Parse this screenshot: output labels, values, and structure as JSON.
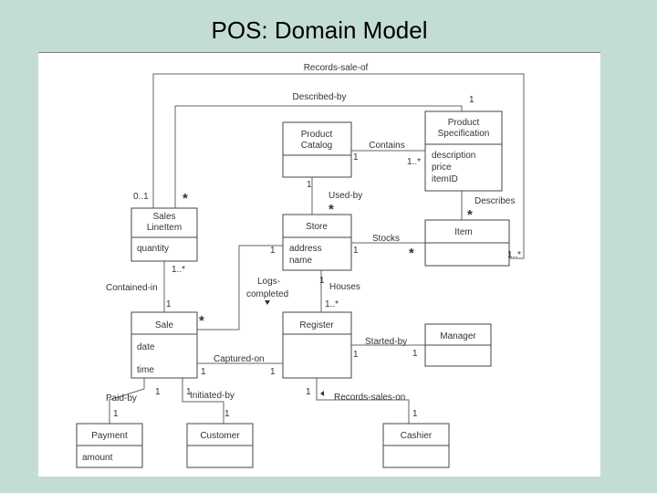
{
  "title": "POS: Domain Model",
  "classes": {
    "product_catalog": {
      "name1": "Product",
      "name2": "Catalog"
    },
    "product_spec": {
      "name1": "Product",
      "name2": "Specification",
      "attrs": [
        "description",
        "price",
        "itemID"
      ]
    },
    "sales_line_item": {
      "name1": "Sales",
      "name2": "LineItem",
      "attrs": [
        "quantity"
      ]
    },
    "store": {
      "name": "Store",
      "attrs": [
        "address",
        "name"
      ]
    },
    "item": {
      "name": "Item"
    },
    "sale": {
      "name": "Sale",
      "attrs": [
        "date",
        "time"
      ]
    },
    "register": {
      "name": "Register"
    },
    "manager": {
      "name": "Manager"
    },
    "payment": {
      "name": "Payment",
      "attrs": [
        "amount"
      ]
    },
    "customer": {
      "name": "Customer"
    },
    "cashier": {
      "name": "Cashier"
    }
  },
  "associations": {
    "records_sale_of": "Records-sale-of",
    "described_by": "Described-by",
    "contains": "Contains",
    "used_by": "Used-by",
    "describes": "Describes",
    "stocks": "Stocks",
    "contained_in": "Contained-in",
    "logs_completed_1": "Logs-",
    "logs_completed_2": "completed",
    "houses": "Houses",
    "captured_on": "Captured-on",
    "started_by": "Started-by",
    "paid_by": "Paid-by",
    "initiated_by": "Initiated-by",
    "records_sales_on": "Records-sales-on"
  },
  "multiplicities": {
    "m1": "1",
    "m01": "0..1",
    "m1star": "1..*",
    "star": "*"
  }
}
